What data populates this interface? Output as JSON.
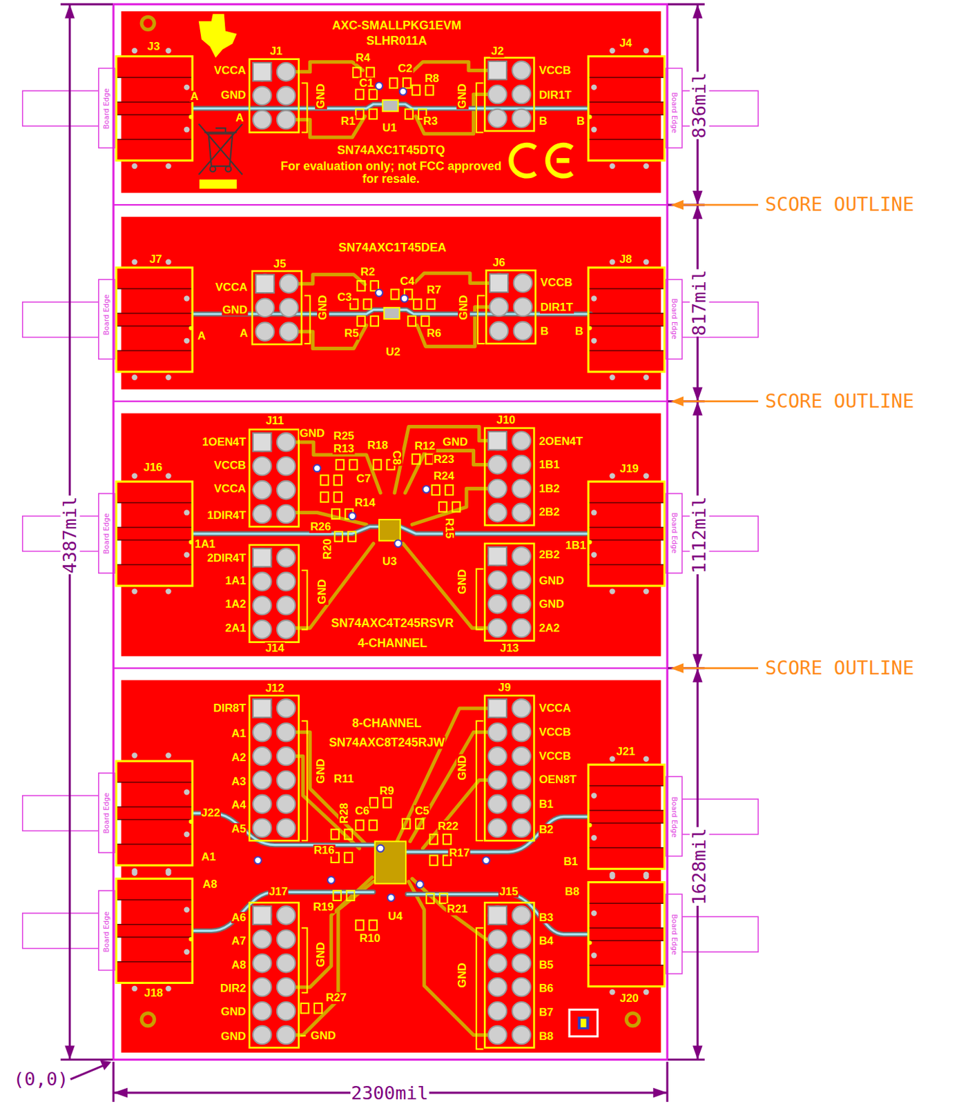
{
  "diagram": {
    "nodes": [
      {
        "text": [
          "AXC-SMALLPKG1EVM",
          "SLHR011A",
          "SN74AXC1T45DTQ",
          "For evaluation only; not FCC approved for resale."
        ]
      },
      {
        "text": [
          "SN74AXC1T45DEA"
        ]
      },
      {
        "text": [
          "SN74AXC4T245RSVR",
          "4-CHANNEL"
        ]
      },
      {
        "text": [
          "8-CHANNEL",
          "SN74AXC8T245RJW"
        ]
      }
    ],
    "labels": [
      "J3",
      "J1",
      "R4",
      "J2",
      "J4",
      "VCCA",
      "C2",
      "VCCB",
      "GND",
      "GND",
      "C1",
      "R8",
      "GND",
      "DIR1T",
      "A",
      "A",
      "R1",
      "U1",
      "R3",
      "B",
      "B",
      "J7",
      "J5",
      "R2",
      "J6",
      "J8",
      "C4",
      "VCCA",
      "VCCB",
      "C3",
      "R7",
      "GND",
      "GND",
      "GND",
      "DIR1T",
      "A",
      "A",
      "R5",
      "R6",
      "B",
      "B",
      "U2",
      "J11",
      "J10",
      "GND",
      "R25",
      "GND",
      "1OEN4T",
      "2OEN4T",
      "R13",
      "R18",
      "R12",
      "C8",
      "R23",
      "J16",
      "J19",
      "VCCB",
      "1B1",
      "C7",
      "R24",
      "VCCA",
      "1B2",
      "R14",
      "1DIR4T",
      "2B2",
      "R26",
      "R15",
      "R20",
      "1A1",
      "1B1",
      "2DIR4T",
      "2B2",
      "U3",
      "1A1",
      "GND",
      "GND",
      "GND",
      "1A2",
      "GND",
      "2A1",
      "2A2",
      "J14",
      "J13",
      "J12",
      "J9",
      "DIR8T",
      "VCCA",
      "A1",
      "VCCB",
      "A2",
      "VCCB",
      "GND",
      "GND",
      "J21",
      "R11",
      "A3",
      "OEN8T",
      "R9",
      "A4",
      "B1",
      "R28",
      "C6",
      "C5",
      "J22",
      "R22",
      "A5",
      "B2",
      "R16",
      "R17",
      "A1",
      "B1",
      "A8",
      "J17",
      "J15",
      "B8",
      "R19",
      "R21",
      "U4",
      "A6",
      "B3",
      "R10",
      "A7",
      "B4",
      "GND",
      "A8",
      "B5",
      "GND",
      "DIR2",
      "B6",
      "J18",
      "R27",
      "J20",
      "GND",
      "B7",
      "GND",
      "GND",
      "B8",
      "Board Edge",
      "Board Edge",
      "Board Edge",
      "Board Edge",
      "Board Edge",
      "Board Edge",
      "Board Edge",
      "Board Edge",
      "Board Edge",
      "Board Edge",
      "4387mil",
      "836mil",
      "817mil",
      "1112mil",
      "1628mil",
      "2300mil",
      "(0,0)",
      "SCORE OUTLINE",
      "SCORE OUTLINE",
      "SCORE OUTLINE"
    ]
  }
}
